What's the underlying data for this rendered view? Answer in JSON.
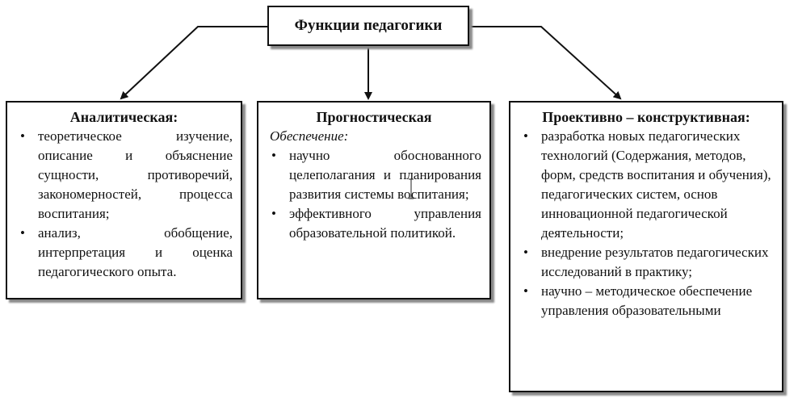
{
  "root": {
    "title": "Функции педагогики"
  },
  "boxes": [
    {
      "title": "Аналитическая:",
      "subtitle": "",
      "items": [
        "теоретическое изучение, описание и объяснение сущности, противоречий, закономерностей, процесса воспитания;",
        "анализ, обобщение, интерпретация и оценка педагогического опыта."
      ]
    },
    {
      "title": "Прогностическая",
      "subtitle": "Обеспечение:",
      "items": [
        "научно обоснованного целеполагания и планирования развития системы воспитания;",
        "эффективного управления образовательной политикой."
      ]
    },
    {
      "title": "Проективно – конструктивная:",
      "subtitle": "",
      "items": [
        "разработка новых педагогических технологий (Содержания, методов, форм, средств воспитания и обучения), педагогических систем, основ инновационной педагогической деятельности;",
        "внедрение результатов педагогических исследований в практику;",
        "научно – методическое обеспечение управления образовательными"
      ]
    }
  ],
  "colors": {
    "border": "#111111",
    "shadow": "#8a8a8a",
    "background": "#ffffff"
  },
  "icons": {
    "text_cursor": "i-beam-cursor-icon"
  }
}
